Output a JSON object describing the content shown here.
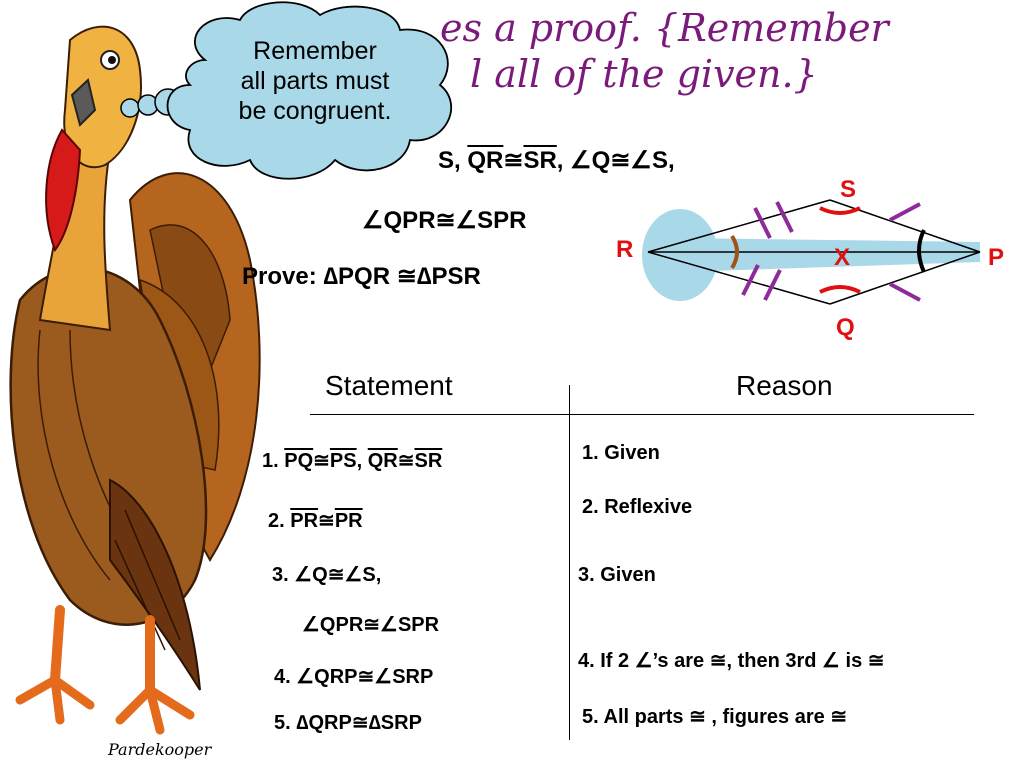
{
  "title": {
    "line1": "es a proof.  {Remember",
    "line2": "l all of the given.}"
  },
  "bubble": {
    "text_lines": [
      "Remember",
      "all parts must",
      "be congruent."
    ]
  },
  "given": {
    "line1_prefix": "S, ",
    "line1_seg": "QR",
    "line1_mid": "≅",
    "line1_seg2": "SR",
    "line1_rest": ", ∠Q≅∠S,",
    "line2": "∠QPR≅∠SPR"
  },
  "prove": {
    "text": "Prove: ∆PQR ≅∆PSR"
  },
  "diagram": {
    "labels": {
      "s": "S",
      "r": "R",
      "x": "X",
      "p": "P",
      "q": "Q"
    },
    "colors": {
      "label": "#e01010",
      "tick": "#8e2a9a",
      "fill": "#a9d8e8"
    }
  },
  "table": {
    "headers": {
      "statement": "Statement",
      "reason": "Reason"
    },
    "statements": {
      "s1_num": "1. ",
      "s1_a": "PQ",
      "s1_b": "≅",
      "s1_c": "PS",
      "s1_d": ", ",
      "s1_e": "QR",
      "s1_f": "≅",
      "s1_g": "SR",
      "s2_num": "2. ",
      "s2_a": "PR",
      "s2_b": "≅",
      "s2_c": "PR",
      "s3": "3. ∠Q≅∠S,",
      "s3b": "∠QPR≅∠SPR",
      "s4": "4. ∠QRP≅∠SRP",
      "s5": "5. ∆QRP≅∆SRP"
    },
    "reasons": {
      "r1": "1. Given",
      "r2": "2. Reflexive",
      "r3": "3. Given",
      "r4": "4. If 2 ∠’s are  ≅, then 3rd ∠ is ≅",
      "r5": "5. All parts ≅ , figures are ≅"
    }
  },
  "credit": "Pardekooper"
}
